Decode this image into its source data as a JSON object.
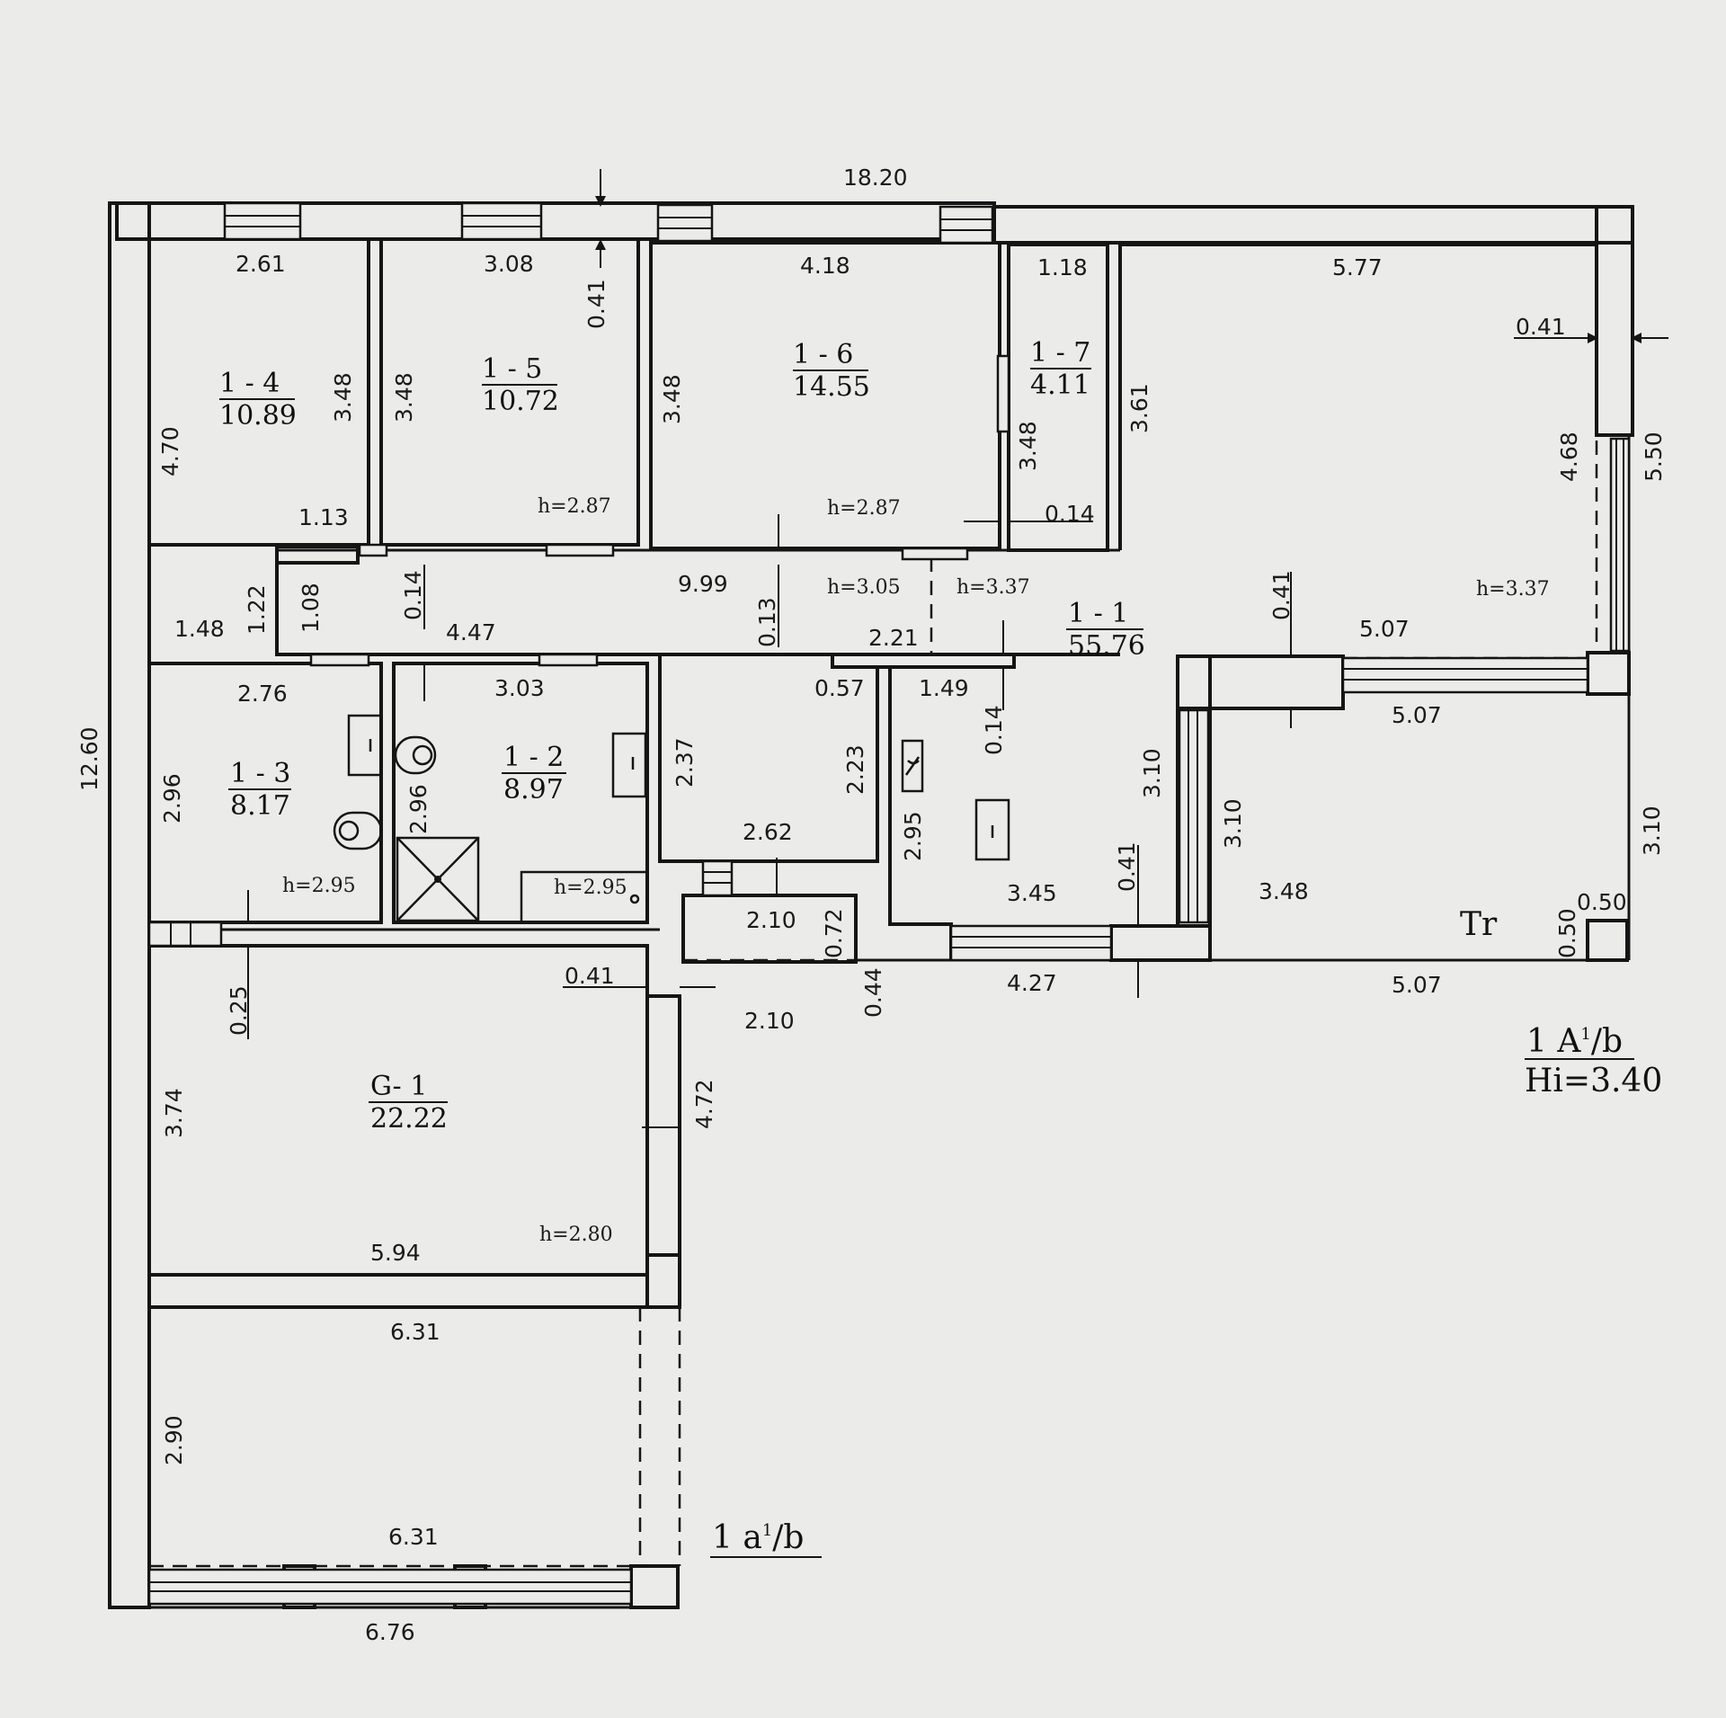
{
  "rooms": [
    {
      "id": "1 - 4",
      "area": "10.89"
    },
    {
      "id": "1 - 5",
      "area": "10.72"
    },
    {
      "id": "1 - 6",
      "area": "14.55"
    },
    {
      "id": "1 - 7",
      "area": "4.11"
    },
    {
      "id": "1 - 3",
      "area": "8.17"
    },
    {
      "id": "1 - 2",
      "area": "8.97"
    },
    {
      "id": "1 - 1",
      "area": "55.76"
    },
    {
      "id": "G- 1",
      "area": "22.22"
    }
  ],
  "heights": [
    "h=2.87",
    "h=2.87",
    "h=3.05",
    "h=3.37",
    "h=3.37",
    "h=2.95",
    "h=2.95",
    "h=2.80"
  ],
  "dimensions": [
    "18.20",
    "2.61",
    "3.08",
    "4.18",
    "1.18",
    "5.77",
    "0.41",
    "0.41",
    "4.70",
    "3.48",
    "3.48",
    "3.48",
    "3.48",
    "3.48",
    "3.61",
    "4.68",
    "5.50",
    "1.13",
    "0.14",
    "9.99",
    "1.48",
    "1.22",
    "1.08",
    "0.14",
    "4.47",
    "0.13",
    "2.21",
    "0.41",
    "5.07",
    "2.76",
    "3.03",
    "0.57",
    "1.49",
    "5.07",
    "12.60",
    "2.96",
    "2.96",
    "2.37",
    "2.23",
    "0.14",
    "2.95",
    "3.10",
    "3.10",
    "3.10",
    "2.62",
    "3.45",
    "0.41",
    "0.50",
    "0.50",
    "2.10",
    "0.72",
    "0.44",
    "4.27",
    "5.07",
    "0.25",
    "0.41",
    "2.10",
    "4.72",
    "3.74",
    "5.94",
    "6.31",
    "2.90",
    "6.31",
    "6.76"
  ],
  "labels": {
    "tr": "Tr",
    "upper_mark": "1 A",
    "upper_sup": "1",
    "upper_suffix": "/b",
    "upper_hi": "Hi=3.40",
    "lower_mark": "1 a",
    "lower_sup": "1",
    "lower_suffix": "/b"
  }
}
